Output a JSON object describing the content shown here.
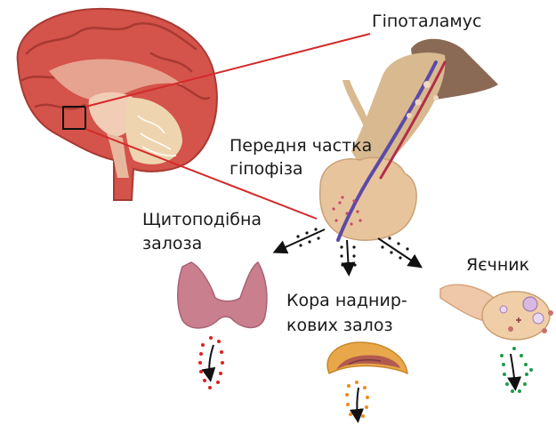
{
  "labels": {
    "hypothalamus": "Гіпоталамус",
    "anterior_pituitary_1": "Передня частка",
    "anterior_pituitary_2": "гіпофіза",
    "thyroid_1": "Щитоподібна",
    "thyroid_2": "залоза",
    "adrenal_1": "Кора наднир-",
    "adrenal_2": "кових залоз",
    "ovary": "Яєчник"
  },
  "colors": {
    "pointer_line": "#d42a2a",
    "thyroid_hormone_dots": "#e02020",
    "adrenal_hormone_dots": "#f08a1e",
    "ovary_hormone_dots": "#1f9a4a",
    "pituitary_secretion_dots": "#111111"
  },
  "icons": {
    "brain": "brain-sagittal-icon",
    "pituitary": "pituitary-gland-icon",
    "thyroid": "thyroid-gland-icon",
    "adrenal": "adrenal-cortex-icon",
    "ovary": "ovary-icon"
  }
}
